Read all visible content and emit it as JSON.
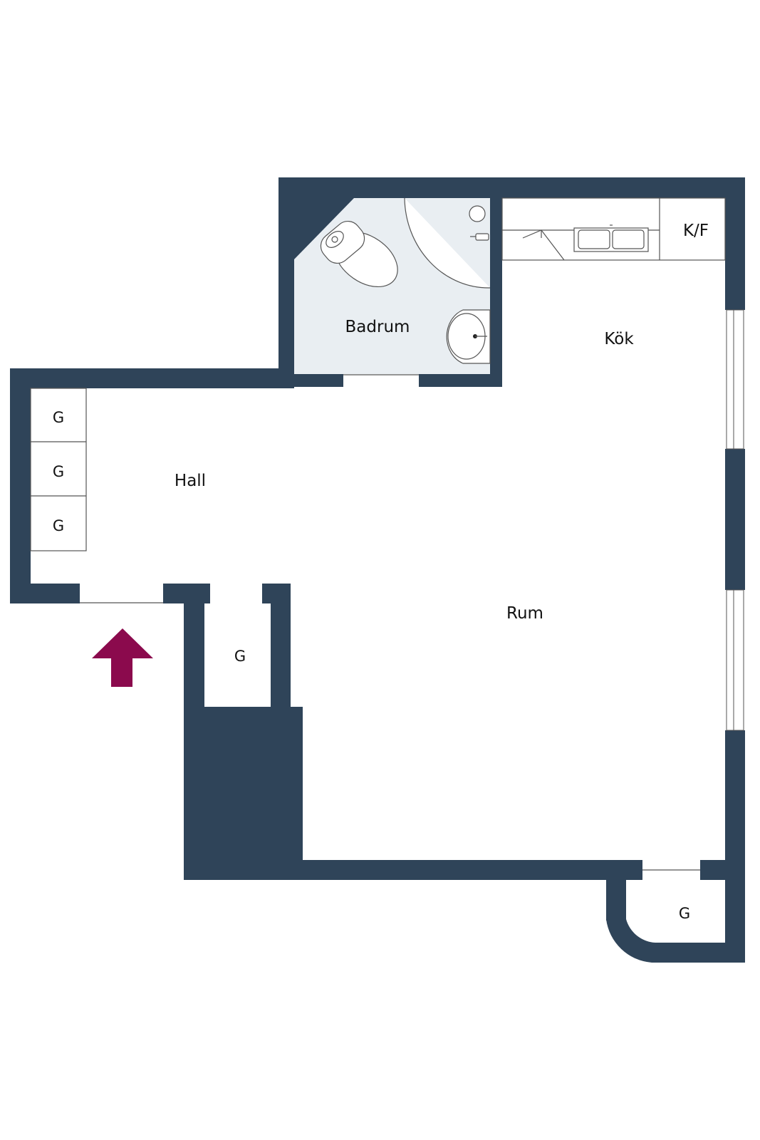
{
  "colors": {
    "wall": "#2f4459",
    "bath_floor": "#e9eef2",
    "fixture_line": "#555555",
    "entrance_arrow": "#8b0a4d",
    "window": "#ffffff"
  },
  "rooms": {
    "badrum": "Badrum",
    "kok": "Kök",
    "hall": "Hall",
    "rum": "Rum",
    "kf": "K/F"
  },
  "storage": {
    "hall_1": "G",
    "hall_2": "G",
    "hall_3": "G",
    "corridor": "G",
    "corner": "G"
  },
  "icons": {
    "entrance": "entrance-arrow-icon",
    "toilet": "toilet-icon",
    "sink": "sink-icon",
    "shower": "shower-icon",
    "kitchen_sink": "kitchen-sink-icon"
  }
}
